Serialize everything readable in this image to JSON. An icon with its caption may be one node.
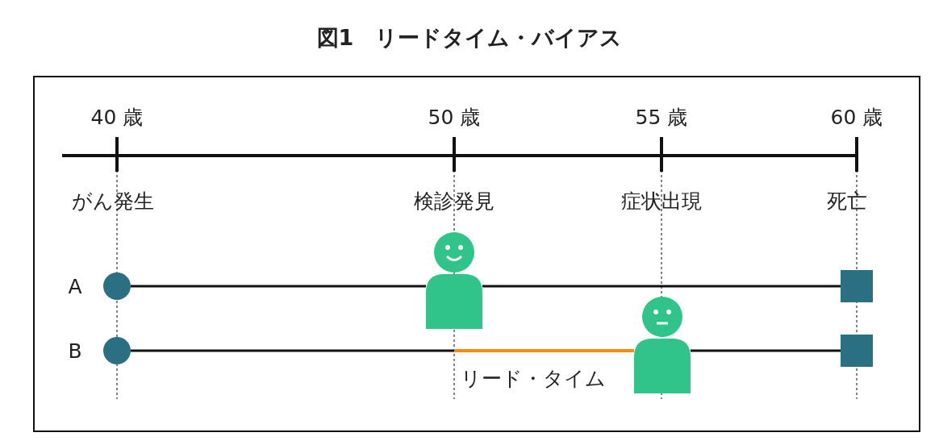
{
  "diagram": {
    "title": "図1　リードタイム・バイアス",
    "nodes": [
      {
        "text": [],
        "shape": "circle"
      },
      {
        "text": [],
        "shape": "person"
      },
      {
        "text": [],
        "shape": "box"
      },
      {
        "text": [],
        "shape": "circle"
      },
      {
        "text": [],
        "shape": "person"
      },
      {
        "text": [],
        "shape": "box"
      }
    ],
    "edges": [
      {
        "from": 0,
        "to": 1,
        "arrow": "none"
      },
      {
        "from": 1,
        "to": 2,
        "arrow": "none"
      },
      {
        "from": 3,
        "to": 4,
        "arrow": "none"
      },
      {
        "from": 4,
        "to": 5,
        "arrow": "none"
      },
      {
        "from": null,
        "to": 4,
        "arrow": "none",
        "label": "リード・タイム",
        "color": "#ff8c00"
      }
    ],
    "labels": [
      "40 歳",
      "50 歳",
      "55 歳",
      "60 歳",
      "がん発生",
      "検診発見",
      "症状出現",
      "死亡",
      "A",
      "B"
    ]
  }
}
